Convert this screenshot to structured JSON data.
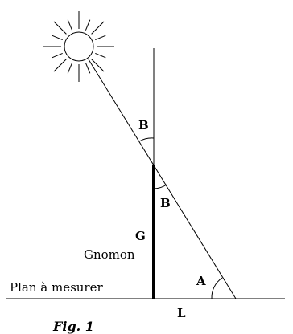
{
  "labels": {
    "angle_b_top": "B",
    "angle_b_bottom": "B",
    "angle_a": "A",
    "gnomon_letter": "G",
    "gnomon_word": "Gnomon",
    "plane": "Plan à mesurer",
    "length": "L",
    "caption": "Fig. 1"
  },
  "icons": {
    "sun": "sun-icon"
  },
  "colors": {
    "ink": "#000000",
    "background": "#ffffff"
  }
}
